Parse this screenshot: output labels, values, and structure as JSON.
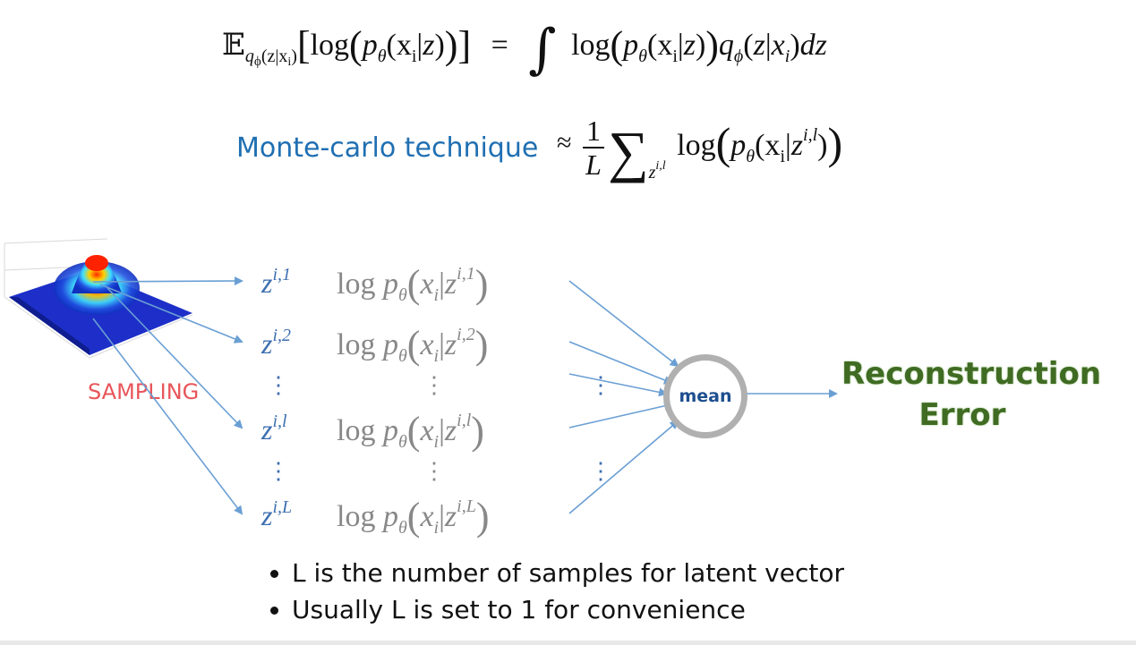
{
  "equation_top": {
    "lhs_E": "𝔼",
    "lhs_sub": "qϕ(z|xi)",
    "lhs_body": "log(pθ(xi|z))",
    "equals": "=",
    "integral": "∫",
    "rhs_body": "log(pθ(xi|z))qϕ(z|xi)dz"
  },
  "monte_carlo": {
    "label": "Monte-carlo technique",
    "approx": "≈",
    "frac_num": "1",
    "frac_den": "L",
    "sigma": "∑",
    "sigma_sub": "zi,l",
    "body": "log(pθ(xi|zi,l))"
  },
  "samples": [
    {
      "z": "z",
      "sup": "i,1",
      "log": "log pθ(xi|zi,1)"
    },
    {
      "z": "z",
      "sup": "i,2",
      "log": "log pθ(xi|zi,2)"
    },
    {
      "z": "z",
      "sup": "i,l",
      "log": "log pθ(xi|zi,l)"
    },
    {
      "z": "z",
      "sup": "i,L",
      "log": "log pθ(xi|zi,L)"
    }
  ],
  "vdots": "⋮",
  "sampling_label": "SAMPLING",
  "mean_label": "mean",
  "output": {
    "line1": "Reconstruction",
    "line2": "Error"
  },
  "bullets": [
    "L is the number of samples for latent vector",
    "Usually L is set to 1 for convenience"
  ],
  "colors": {
    "blue_label": "#1f6fb2",
    "arrow": "#6a9fd4",
    "sampling": "#e8555a",
    "recon": "#3f6b22",
    "circle": "#b0b0b0"
  }
}
